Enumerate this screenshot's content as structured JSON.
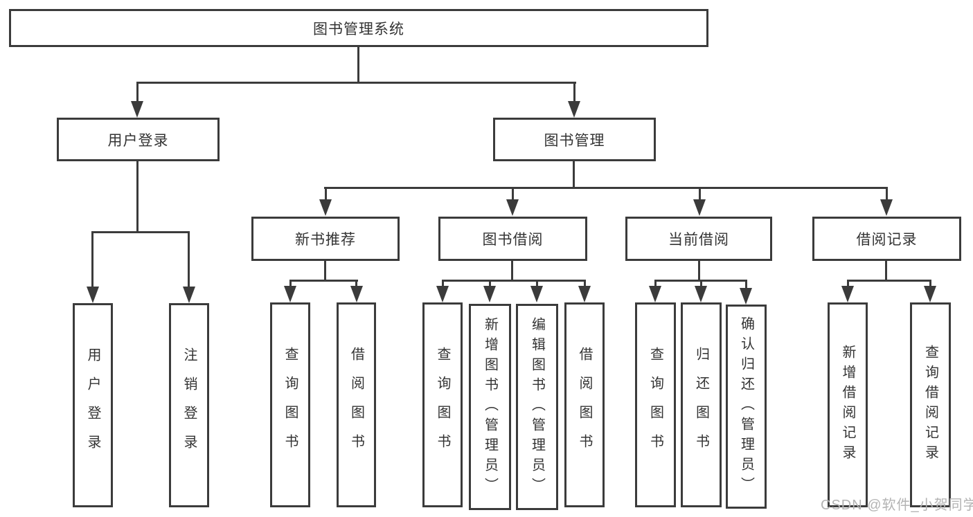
{
  "tree": {
    "root": "图书管理系统",
    "children": [
      {
        "label": "用户登录",
        "children": [
          {
            "label": "用户登录"
          },
          {
            "label": "注销登录"
          }
        ]
      },
      {
        "label": "图书管理",
        "children": [
          {
            "label": "新书推荐",
            "children": [
              {
                "label": "查询图书"
              },
              {
                "label": "借阅图书"
              }
            ]
          },
          {
            "label": "图书借阅",
            "children": [
              {
                "label": "查询图书"
              },
              {
                "label": "新增图书（管理员）"
              },
              {
                "label": "编辑图书（管理员）"
              },
              {
                "label": "借阅图书"
              }
            ]
          },
          {
            "label": "当前借阅",
            "children": [
              {
                "label": "查询图书"
              },
              {
                "label": "归还图书"
              },
              {
                "label": "确认归还（管理员）"
              }
            ]
          },
          {
            "label": "借阅记录",
            "children": [
              {
                "label": "新增借阅记录"
              },
              {
                "label": "查询借阅记录"
              }
            ]
          }
        ]
      }
    ]
  },
  "watermark": "CSDN @软件_小贺同学",
  "colors": {
    "line": "#3b3b3b",
    "text": "#333333",
    "background": "#ffffff",
    "watermark": "#b3b3b3"
  }
}
